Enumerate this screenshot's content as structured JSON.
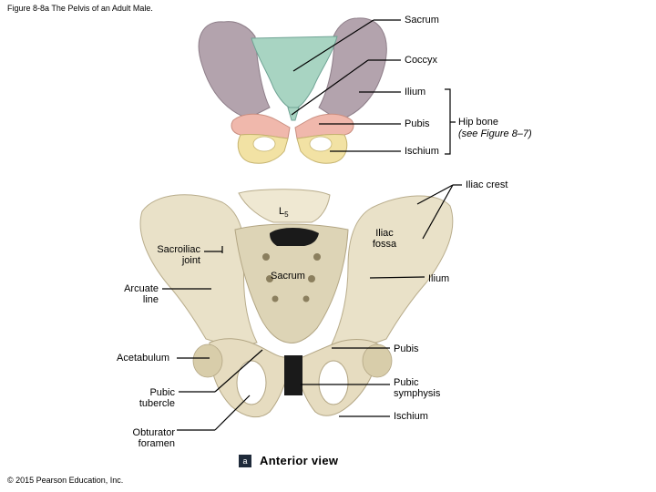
{
  "caption": "Figure 8-8a The Pelvis of an Adult Male.",
  "copyright": "© 2015 Pearson Education, Inc.",
  "view": {
    "badge": "a",
    "label": "Anterior view"
  },
  "top_labels": {
    "sacrum": "Sacrum",
    "coccyx": "Coccyx",
    "ilium": "Ilium",
    "pubis": "Pubis",
    "ischium": "Ischium",
    "hip_bone": "Hip bone",
    "hip_bone_ref": "(see Figure 8–7)"
  },
  "photo_labels": {
    "iliac_crest": "Iliac crest",
    "l5": "L",
    "l5_sub": "5",
    "iliac_fossa_1": "Iliac",
    "iliac_fossa_2": "fossa",
    "sacroiliac_1": "Sacroiliac",
    "sacroiliac_2": "joint",
    "sacrum": "Sacrum",
    "ilium": "Ilium",
    "arcuate_1": "Arcuate",
    "arcuate_2": "line",
    "pubis": "Pubis",
    "acetabulum": "Acetabulum",
    "pubic_symphysis_1": "Pubic",
    "pubic_symphysis_2": "symphysis",
    "pubic_tubercle_1": "Pubic",
    "pubic_tubercle_2": "tubercle",
    "ischium": "Ischium",
    "obturator_1": "Obturator",
    "obturator_2": "foramen"
  },
  "colors": {
    "ilium": "#b3a3ad",
    "sacrum": "#a8d4c2",
    "pubis": "#f0b8ac",
    "ischium": "#f2e2a4",
    "bone": "#e9e1c8",
    "disc": "#1a1a1a"
  }
}
